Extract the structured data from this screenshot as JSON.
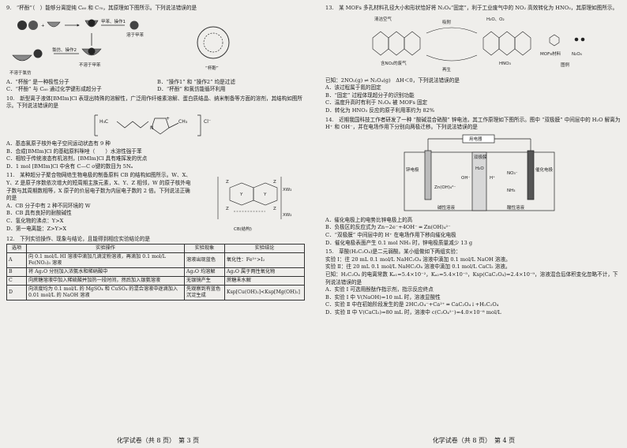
{
  "left": {
    "q9": {
      "stem": "9.　“杯酚”（　）能够分离提纯 C₆₀ 和 C₇₀，其原理如下图所示。下列说法错误的是",
      "fig_labels": {
        "op1": "甲苯、操作1",
        "op2": "氯仿、操作2",
        "dissolve": "溶于甲苯",
        "insoluble_tol": "不溶于甲苯",
        "insoluble_chl": "不溶于氯仿",
        "calix": "“杯酚”"
      },
      "options": [
        "A．“杯酚” 是一种极性分子",
        "B．“操作1” 和 “操作2” 均是过滤",
        "C．“杯酚” 与 C₆₀ 通过化学键形成超分子",
        "D．“杯酚” 和氯仿能循环利用"
      ]
    },
    "q10": {
      "stem": "10.　新型离子液体[BMIm]Cl 表现出特殊的溶解性，广泛用作纤维素溶解、蛋白质结晶、纳米制备等方面的溶剂，其结构如图所示。下列说法错误的是",
      "struct": {
        "left": "H₃C",
        "right": "CH₃",
        "anion": "Cl⁻",
        "n": "N",
        "plus": "+"
      },
      "options": [
        "A．基态氯原子核外电子空间运动状态有 9 种",
        "B．合成[BMIm]Cl 的基础原料咪唑（　　）水溶性强于苯",
        "C．相较于传统液态有机溶剂，[BMIm]Cl 具有难挥发的优点",
        "D．1 mol [BMIm]Cl 中含有 C—C σ键的数目为 5Nₐ"
      ]
    },
    "q11": {
      "stem": "11.　某种超分子聚合物网络生物电极的制备原料 CB 的结构如图所示。W、X、Y、Z 是原子序数依次增大的短周期主族元素，X、Y、Z 相邻，W 的原子核外电子数与其周期数相等，X 原子的价层电子数为内层电子数的 2 倍。下列说法正确的是",
      "options": [
        "A．CB 分子中有 2 种不同环境的 W",
        "B．CB 具有良好的耐酸碱性",
        "C．氢化物的沸点：Y>X",
        "D．第一电离能：Z>Y>X"
      ],
      "fig_caption": "CB(结构)"
    },
    "q12": {
      "stem": "12.　下列实验操作、现象与结论，且能得到相应实验结论的是",
      "headers": [
        "选项",
        "实验操作",
        "实验现象",
        "实验结论"
      ],
      "rows": [
        [
          "A",
          "向 0.1 mol/L HI 溶液中滴加几滴淀粉溶液，再滴加 0.1 mol/L Fe(NO₃)₃ 溶液",
          "溶液出现蓝色",
          "氧化性：Fe³⁺>I₂"
        ],
        [
          "B",
          "将 Ag₂O 分别加入浓氨水和稀硝酸中",
          "Ag₂O 均溶解",
          "Ag₂O 属于两性氧化物"
        ],
        [
          "C",
          "向蔗糖溶液中加入稀硫酸并加热一段时间，然后加入银氨溶液",
          "无银镜产生",
          "蔗糖未水解"
        ],
        [
          "D",
          "向浓度均为 0.1 mol/L 的 MgSO₄ 和 CuSO₄ 的混合溶液中逐滴加入 0.01 mol/L 的 NaOH 溶液",
          "先观察到有蓝色沉淀生成",
          "Ksp[Cu(OH)₂]<Ksp[Mg(OH)₂]"
        ]
      ]
    },
    "footer": "化学试卷（共 8 页）　第 3 页"
  },
  "right": {
    "q13": {
      "stem": "13.　某 MOFs 多孔材料孔径大小和形状恰好将 N₂O₄“固定”，利于工业废气中的 NO₂ 高效转化为 HNO₃，其原理如图所示。",
      "fig_labels": {
        "clean_air": "清洁空气",
        "adsorb": "吸附",
        "h2o_o2": "H₂O、O₂",
        "waste": "含NO₂的废气",
        "regen": "再生",
        "hno3": "HNO₃",
        "mofs": "MOFs材料",
        "n2o4": "N₂O₄",
        "legend": "图例"
      },
      "eq": "已知：2NO₂(g) ⇌ N₂O₄(g)　ΔH＜0，下列说法错误的是",
      "options": [
        "A．该过程属于氮的固定",
        "B．“固定” 过程体现超分子的识别功能",
        "C．温度升高时有利于 N₂O₄ 被 MOFs 固定",
        "D．转化为 HNO₃ 反应的原子利用率约为 82%"
      ]
    },
    "q14": {
      "stem": "14.　近期我国科技工作者研发了一种 “酸碱混合硝酸” 锌电池，其工作原理如下图所示。图中 “双极膜” 中间层中的 H₂O 解离为 H⁺ 和 OH⁻，并在电场作用下分别向两极迁移。下列说法错误的是",
      "fig_labels": {
        "device": "用电器",
        "membrane": "双极膜",
        "zn": "锌电极",
        "cat": "催化电极",
        "zn_species": "Zn(OH)₄²⁻",
        "no3": "NO₃⁻",
        "nh3": "NH₃",
        "alkali": "碱性溶液",
        "acid": "酸性溶液",
        "oh": "OH⁻",
        "h": "H⁺",
        "h2o": "H₂O"
      },
      "options": [
        "A．催化电极上的电势比锌电极上的高",
        "B．负极区的反应式为 Zn−2e⁻+4OH⁻ ═ Zn(OH)₄²⁻",
        "C．“双极膜” 中间层中的 H⁺ 在电场作用下移向催化电极",
        "D．催化电极表面产生 0.1 mol NH₃ 时，锌电极质量减少 13 g"
      ]
    },
    "q15": {
      "stem": "15.　草酸(H₂C₂O₄)是二元弱酸。某小组做如下两组实验：",
      "lines": [
        "实验 Ⅰ：往 20 mL 0.1 mol/L NaHC₂O₄ 溶液中滴加 0.1 mol/L NaOH 溶液。",
        "实验 Ⅱ：往 20 mL 0.1 mol/L NaHC₂O₄ 溶液中滴加 0.1 mol/L CaCl₂ 溶液。",
        "已知：H₂C₂O₄ 的电离常数 Kₐ₁=5.4×10⁻²，Kₐ₂=5.4×10⁻⁵，Ksp(CaC₂O₄)=2.4×10⁻⁹，溶液混合后体积变化忽略不计，下列说法错误的是"
      ],
      "options": [
        "A．实验 Ⅰ 可选用酚酞作指示剂，指示反应终点",
        "B．实验 Ⅰ 中 V(NaOH)=10 mL 时，溶液显酸性",
        "C．实验 Ⅱ 中在初始阶段发生的是 2HC₂O₄⁻+Ca²⁺ ═ CaC₂O₄↓+H₂C₂O₄",
        "D．实验 Ⅱ 中 V(CaCl₂)=80 mL 时，溶液中 c(C₂O₄²⁻)=4.0×10⁻⁸ mol/L"
      ]
    },
    "footer": "化学试卷（共 8 页）　第 4 页"
  }
}
